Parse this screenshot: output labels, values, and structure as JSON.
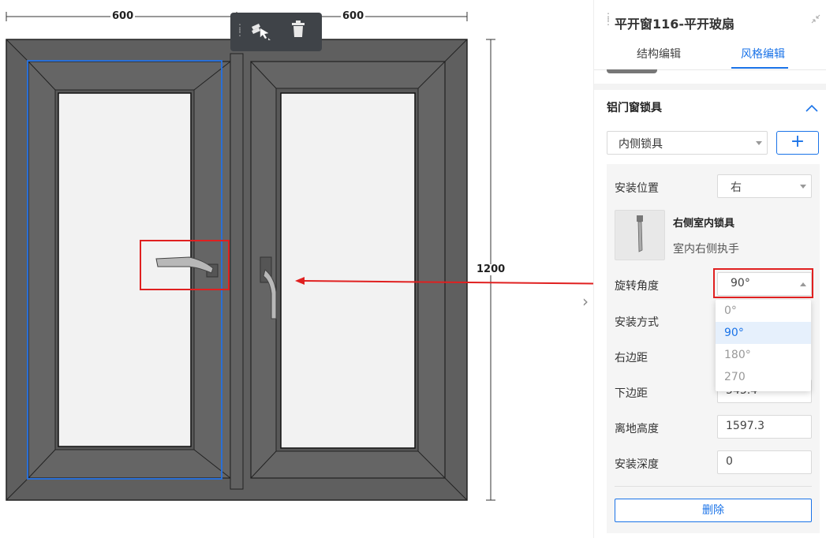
{
  "canvas": {
    "dim_width_left": "600",
    "dim_width_right": "600",
    "dim_height": "1200"
  },
  "toolbar": {
    "select_icon": "select-cursor-icon",
    "delete_icon": "trash-icon"
  },
  "panel": {
    "title": "平开窗116-平开玻扇",
    "tabs": [
      {
        "label": "结构编辑",
        "active": false
      },
      {
        "label": "风格编辑",
        "active": true
      }
    ],
    "section": {
      "title": "铝门窗锁具",
      "lock_type": "内侧锁具",
      "add_label": "+"
    },
    "properties": {
      "position_label": "安装位置",
      "position_value": "右",
      "product_name": "右侧室内锁具",
      "product_desc": "室内右侧执手",
      "rotation_label": "旋转角度",
      "rotation_value": "90°",
      "install_method_label": "安装方式",
      "right_margin_label": "右边距",
      "bottom_margin_label": "下边距",
      "bottom_margin_value": "545.4",
      "floor_height_label": "离地高度",
      "floor_height_value": "1597.3",
      "install_depth_label": "安装深度",
      "install_depth_value": "0",
      "delete_label": "删除"
    },
    "rotation_options": [
      "0°",
      "90°",
      "180°",
      "270"
    ],
    "rotation_selected": "90°"
  },
  "colors": {
    "accent": "#1a73e8",
    "highlight": "#e02020",
    "frame": "#5f5f5f"
  }
}
